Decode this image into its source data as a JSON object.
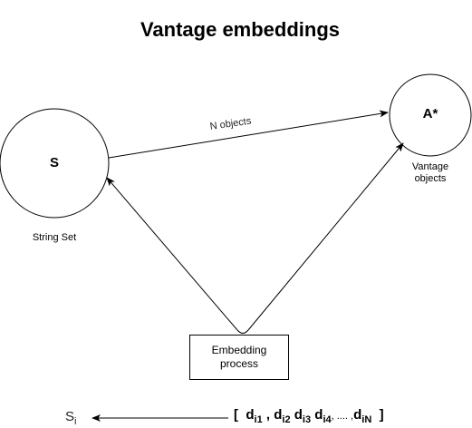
{
  "title": "Vantage embeddings",
  "nodes": {
    "string_set": {
      "label": "S",
      "caption": "String Set"
    },
    "vantage": {
      "label": "A*",
      "caption_line1": "Vantage",
      "caption_line2": "objects"
    }
  },
  "edge_label": "N objects",
  "process": {
    "line1": "Embedding",
    "line2": "process"
  },
  "embedding": {
    "si_base": "S",
    "si_sub": "i",
    "open": "[",
    "terms": [
      {
        "base": "d",
        "sub": "i1",
        "sep": " , "
      },
      {
        "base": "d",
        "sub": "i2",
        "sep": " "
      },
      {
        "base": "d",
        "sub": "i3",
        "sep": " "
      },
      {
        "base": "d",
        "sub": "i4",
        "sep": " "
      },
      {
        "base": "",
        "sub": "",
        "sep": ", .... ,"
      },
      {
        "base": "d",
        "sub": "iN",
        "sep": ""
      }
    ],
    "close": "]"
  },
  "colors": {
    "stroke": "#000000",
    "background": "#ffffff"
  }
}
